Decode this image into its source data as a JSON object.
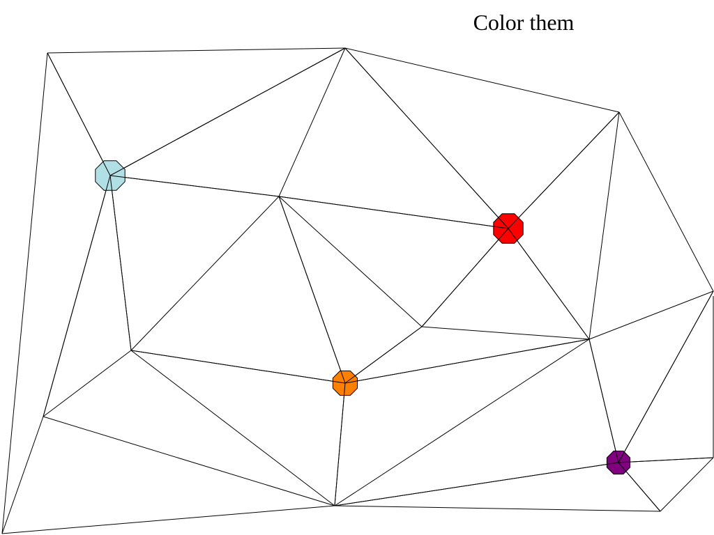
{
  "slide": {
    "title": "Color them"
  },
  "colors": {
    "edge": "#000000",
    "vertex_light_blue": "#b0e0e6",
    "vertex_red": "#ff0000",
    "vertex_orange": "#ff7f00",
    "vertex_purple": "#800080",
    "vertex_outline": "#000000"
  },
  "colored_vertices": [
    {
      "name": "light-blue",
      "color_key": "vertex_light_blue"
    },
    {
      "name": "red",
      "color_key": "vertex_red"
    },
    {
      "name": "orange",
      "color_key": "vertex_orange"
    },
    {
      "name": "purple",
      "color_key": "vertex_purple"
    }
  ]
}
